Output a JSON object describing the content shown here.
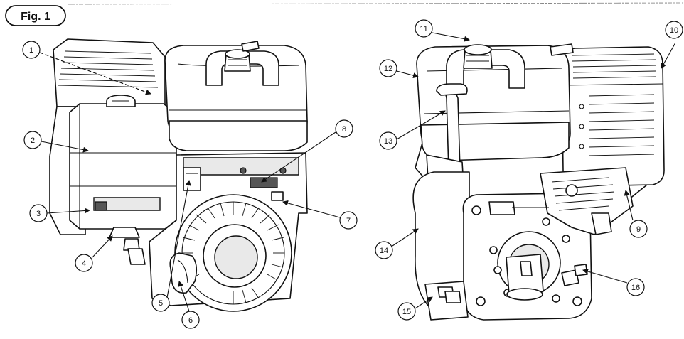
{
  "figure": {
    "label": "Fig. 1"
  },
  "callouts": [
    "1",
    "2",
    "3",
    "4",
    "5",
    "6",
    "7",
    "8",
    "9",
    "10",
    "11",
    "12",
    "13",
    "14",
    "15",
    "16"
  ]
}
